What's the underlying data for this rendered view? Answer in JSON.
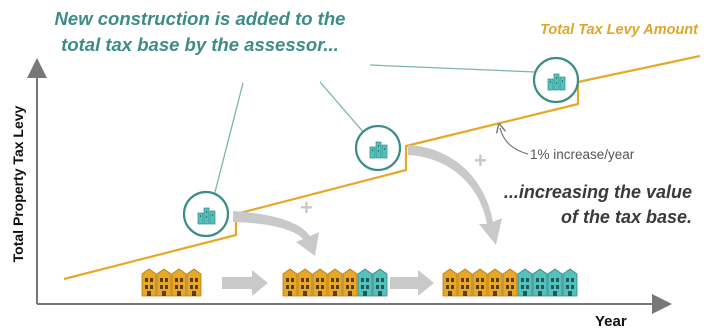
{
  "callouts": {
    "top_line1": "New construction is added to the",
    "top_line2": "total tax base by the assessor...",
    "right_line1": "...increasing the value",
    "right_line2": "of the tax base."
  },
  "labels": {
    "levy": "Total Tax Levy Amount",
    "rate": "1% increase/year",
    "plus": "+"
  },
  "axes": {
    "y_label": "Total Property Tax Levy",
    "x_label": "Year"
  },
  "icons": {
    "circle": "new-building-icon",
    "row": "building-icon"
  },
  "groups": [
    {
      "existing_buildings": 4,
      "new_buildings": 0
    },
    {
      "existing_buildings": 5,
      "new_buildings": 2
    },
    {
      "existing_buildings": 5,
      "new_buildings": 4
    }
  ],
  "colors": {
    "levy_line": "#e8a827",
    "teal": "#3d8c88",
    "building_gold": "#e8a827",
    "building_teal": "#54c1bd",
    "arrow_gray": "#c9c9c9",
    "axis": "#777777"
  }
}
